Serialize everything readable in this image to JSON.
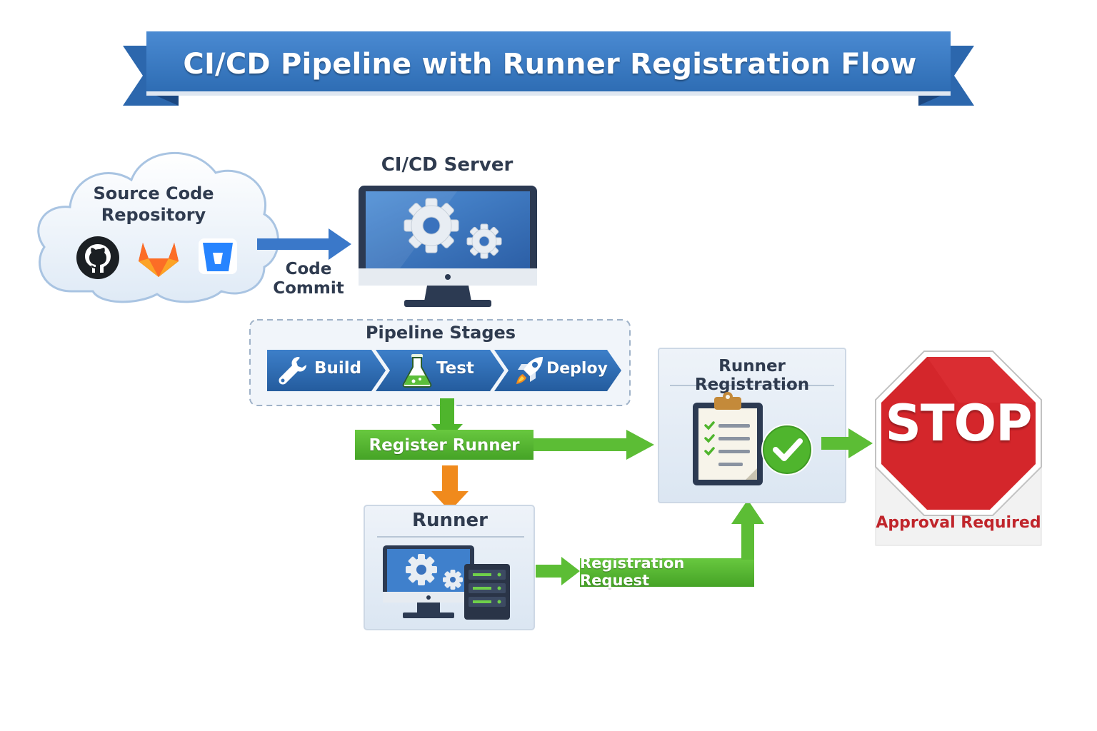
{
  "title": "CI/CD Pipeline with Runner Registration Flow",
  "repository": {
    "title": "Source Code Repository",
    "icons": [
      "github-icon",
      "gitlab-icon",
      "bitbucket-icon"
    ]
  },
  "edge_commit": "Code Commit",
  "server": {
    "title": "CI/CD Server",
    "icon": "monitor-gears-icon"
  },
  "pipeline": {
    "title": "Pipeline Stages",
    "stages": [
      {
        "label": "Build",
        "icon": "wrench-icon"
      },
      {
        "label": "Test",
        "icon": "flask-icon"
      },
      {
        "label": "Deploy",
        "icon": "rocket-icon"
      }
    ]
  },
  "register_runner": "Register Runner",
  "runner": {
    "title": "Runner",
    "icon": "runner-server-icon"
  },
  "registration_request": "Registration Request",
  "runner_registration": {
    "title": "Runner Registration",
    "icon": "clipboard-check-icon"
  },
  "stop": {
    "sign_text": "STOP",
    "caption": "Approval Required"
  },
  "colors": {
    "banner": "#3b7cc4",
    "banner_dark": "#245a9a",
    "stage_blue": "#2f6db5",
    "arrow_blue": "#3a78c9",
    "arrow_green": "#55b931",
    "arrow_orange": "#f08a1c",
    "stop_red": "#d4262b"
  }
}
